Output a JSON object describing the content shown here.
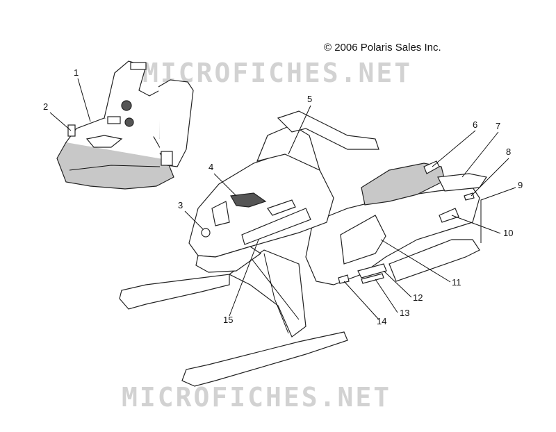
{
  "copyright": "© 2006 Polaris Sales Inc.",
  "watermark_text": "MICROFICHES.NET",
  "callouts": [
    {
      "label": "1"
    },
    {
      "label": "2"
    },
    {
      "label": "3"
    },
    {
      "label": "4"
    },
    {
      "label": "5"
    },
    {
      "label": "6"
    },
    {
      "label": "7"
    },
    {
      "label": "8"
    },
    {
      "label": "9"
    },
    {
      "label": "10"
    },
    {
      "label": "11"
    },
    {
      "label": "12"
    },
    {
      "label": "13"
    },
    {
      "label": "14"
    },
    {
      "label": "15"
    }
  ]
}
